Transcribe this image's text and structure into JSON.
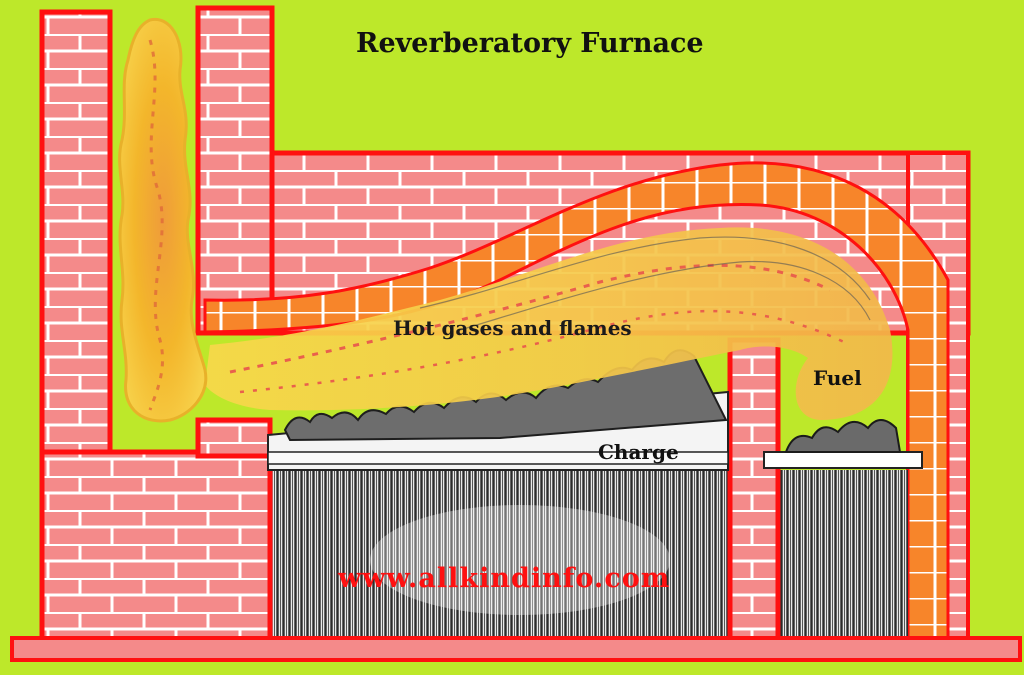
{
  "diagram": {
    "title": "Reverberatory Furnace",
    "labels": {
      "hot_gases": "Hot gases and flames",
      "fuel": "Fuel",
      "charge": "Charge",
      "website": "www.allkindinfo.com"
    },
    "colors": {
      "background": "#bde82a",
      "brick": "#f48a8a",
      "mortar": "#ffffff",
      "outline": "#ff1010",
      "arch_brick": "#f7852a",
      "flame": "#f3c23a",
      "smoke": "#f0b321",
      "hearth": "#3a3a3a"
    }
  }
}
